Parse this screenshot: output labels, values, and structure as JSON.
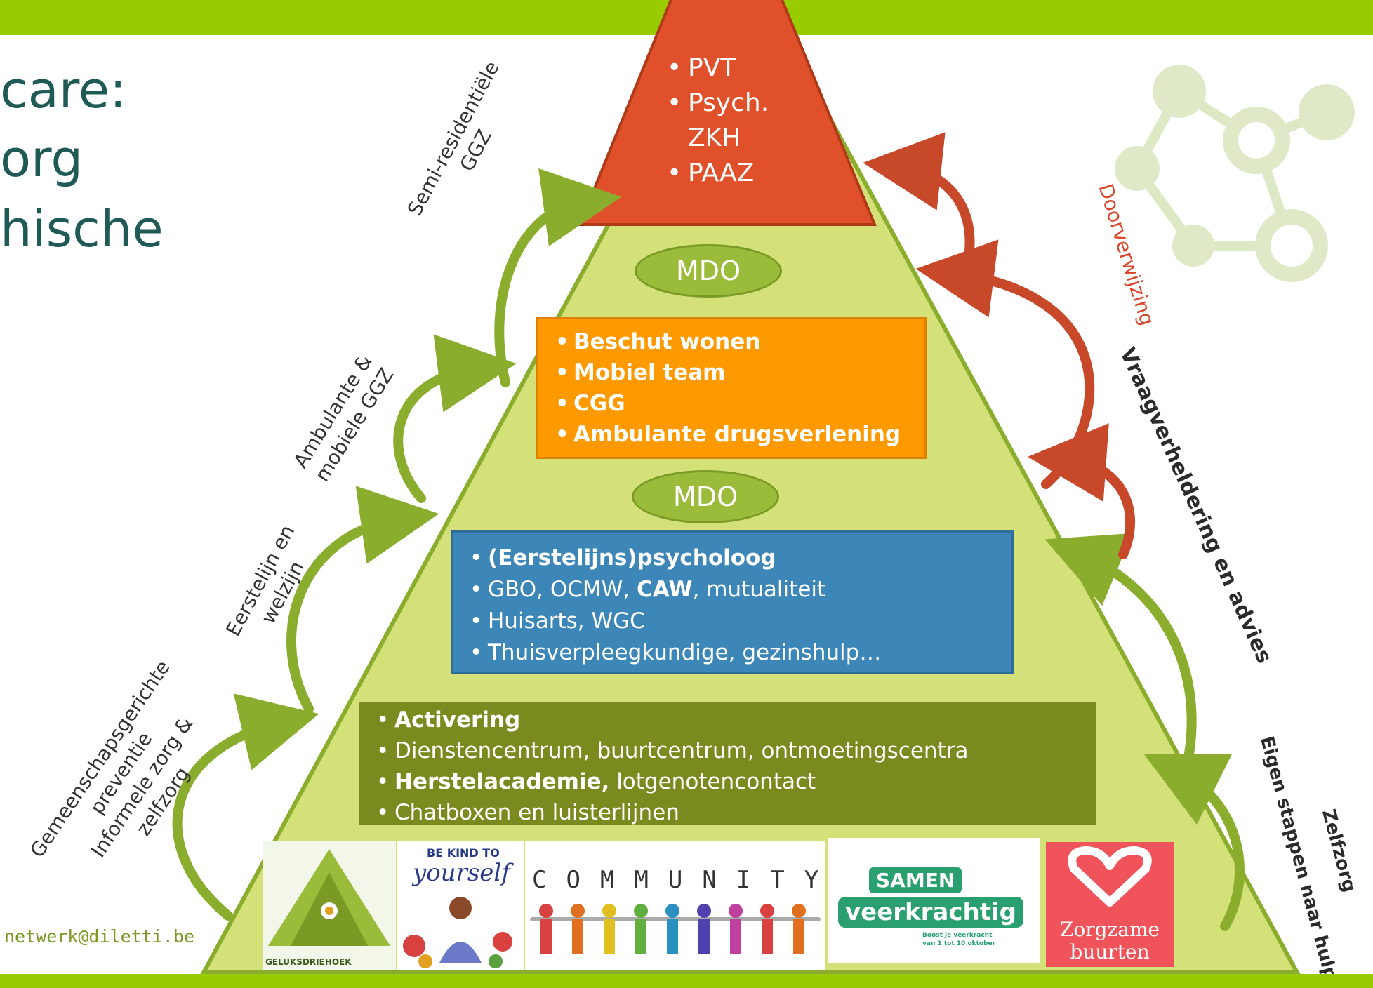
{
  "title_lines": [
    "care:",
    "org",
    "hische"
  ],
  "pyramid": {
    "top_items": [
      "PVT",
      "Psych.",
      "ZKH",
      "PAAZ"
    ],
    "mdo_upper": "MDO",
    "mdo_lower": "MDO",
    "orange_items": [
      "Beschut wonen",
      "Mobiel team",
      "CGG",
      "Ambulante drugsverlening"
    ],
    "blue_items": [
      {
        "bold": "(Eerstelijns)psycholoog",
        "rest": ""
      },
      {
        "pre": "GBO, OCMW, ",
        "bold": "CAW",
        "rest": ", mutualiteit"
      },
      {
        "pre": "Huisarts, WGC"
      },
      {
        "pre": "Thuisverpleegkundige, gezinshulp…"
      }
    ],
    "olive_items": [
      {
        "bold": "Activering",
        "rest": ""
      },
      {
        "pre": "Dienstencentrum, buurtcentrum, ontmoetingscentra"
      },
      {
        "bold": "Herstelacademie,",
        "rest": " lotgenotencontact"
      },
      {
        "pre": "Chatboxen en luisterlijnen"
      }
    ]
  },
  "left_labels": {
    "semi_residentieel": [
      "Semi-residentiële",
      "GGZ"
    ],
    "ambulante": [
      "Ambulante &",
      "mobiele GGZ"
    ],
    "eerstelijn": [
      "Eerstelijn en",
      "welzijn"
    ],
    "gemeenschap": [
      "Gemeenschapsgerichte",
      "preventie",
      "Informele zorg &",
      "zelfzorg"
    ]
  },
  "right_labels": {
    "doorverwijzing": "Doorverwijzing",
    "vraagverheldering": "Vraagverheldering  en advies",
    "zelfzorg": "Zelfzorg",
    "eigen_stappen": "Eigen stappen naar hulp"
  },
  "images": {
    "geluksdriehoek": "GELUKSDRIEHOEK",
    "be_kind": "BE KIND TO",
    "yourself": "yourself",
    "community": "COMMUNITY",
    "samen": "SAMEN",
    "veerkrachtig": "veerkrachtig",
    "boost": "Boost je veerkracht",
    "boost2": "van 1 tot 10 oktober",
    "zorgzame": "Zorgzame",
    "buurten": "buurten"
  },
  "email": "netwerk@diletti.be",
  "colors": {
    "green_bar": "#99cc00",
    "pyramid": "#d4e179",
    "top": "#e0502a",
    "orange": "#ff9900",
    "blue": "#3d87b8",
    "olive": "#7a8a1f",
    "arrow_green": "#8aad2e",
    "arrow_red": "#c8482a"
  }
}
